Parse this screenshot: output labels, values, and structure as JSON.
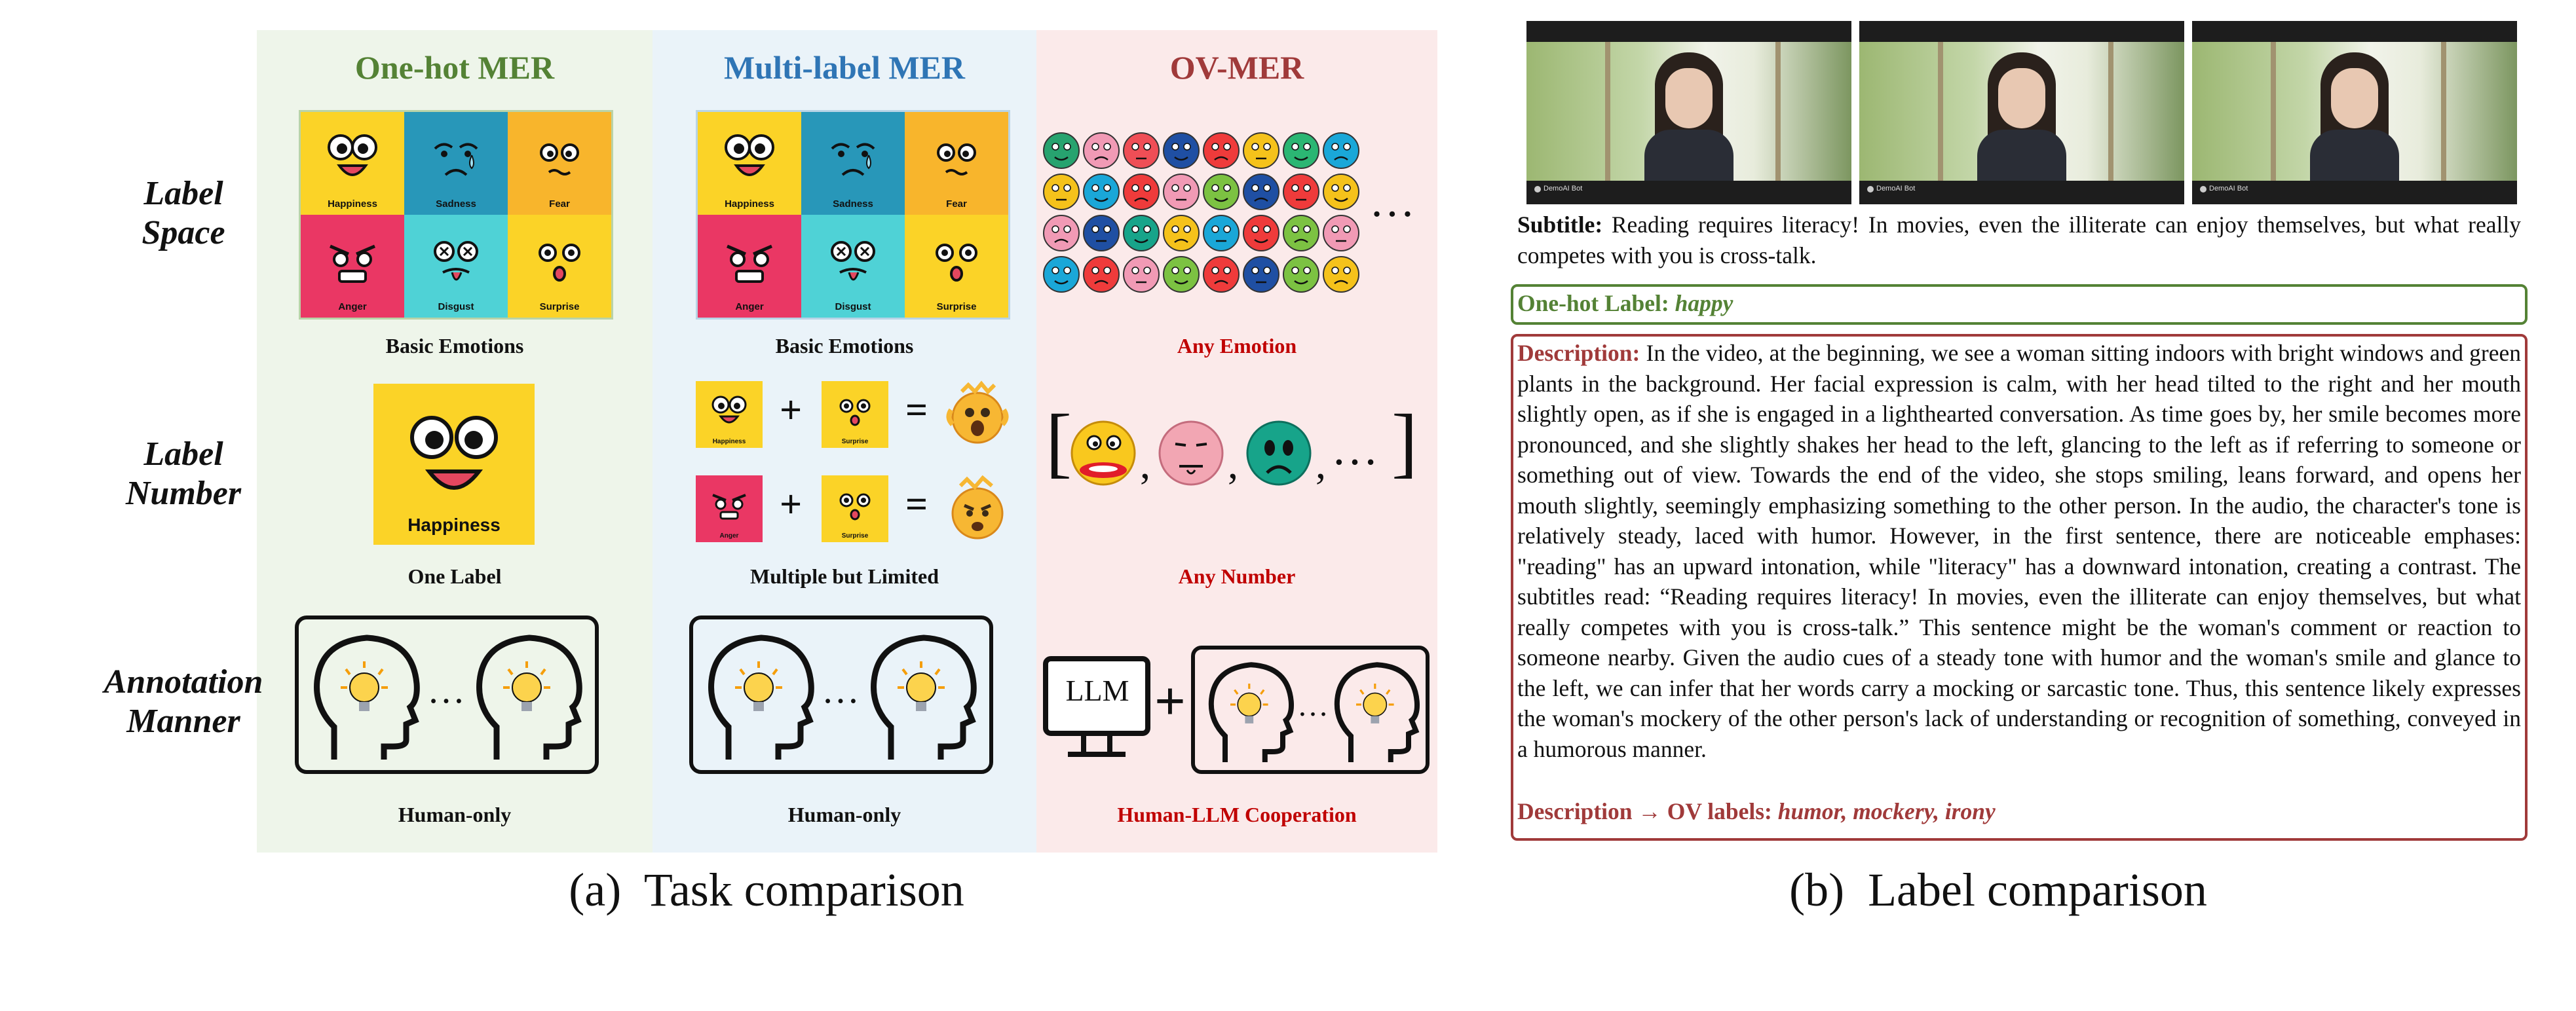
{
  "panel_a": {
    "columns": [
      {
        "title": "One-hot MER",
        "color": "#548235",
        "bg": "#eef5ea"
      },
      {
        "title": "Multi-label MER",
        "color": "#2f75b5",
        "bg": "#eaf3f9"
      },
      {
        "title": "OV-MER",
        "color": "#a03a3a",
        "bg": "#fbeaea"
      }
    ],
    "row_labels": [
      {
        "line1": "Label",
        "line2": "Space"
      },
      {
        "line1": "Label",
        "line2": "Number"
      },
      {
        "line1": "Annotation",
        "line2": "Manner"
      }
    ],
    "captions_space": [
      "Basic Emotions",
      "Basic Emotions",
      "Any Emotion"
    ],
    "captions_number": [
      "One Label",
      "Multiple but Limited",
      "Any Number"
    ],
    "captions_manner": [
      "Human-only",
      "Human-only",
      "Human-LLM Cooperation"
    ],
    "emotion_tiles": [
      {
        "label": "Happiness",
        "color": "#fbd327"
      },
      {
        "label": "Sadness",
        "color": "#2897b9"
      },
      {
        "label": "Fear",
        "color": "#f8b52c"
      },
      {
        "label": "Anger",
        "color": "#ea3764"
      },
      {
        "label": "Disgust",
        "color": "#4fd2d6"
      },
      {
        "label": "Surprise",
        "color": "#fbd327"
      }
    ],
    "single_label_tile": "Happiness",
    "combo_rows": [
      {
        "left": "Happiness",
        "right": "Surprise",
        "plus": "+",
        "equals": "="
      },
      {
        "left": "Anger",
        "right": "Surprise",
        "plus": "+",
        "equals": "="
      }
    ],
    "ellipsis": "…",
    "plus_sign": "+",
    "llm_label": "LLM",
    "accent_red": "#c00000",
    "caption_text": "(a)  Task comparison"
  },
  "panel_b": {
    "subtitle_label": "Subtitle:",
    "subtitle_text": " Reading requires literacy! In movies, even the illiterate can enjoy themselves, but what really competes with you is cross-talk.",
    "onehot_label": "One-hot Label:",
    "onehot_value": "happy",
    "description_label": "Description:",
    "description_text": " In the video, at the beginning, we see a woman sitting indoors with bright windows and green plants in the background. Her facial expression is calm, with her head tilted to the right and her mouth slightly open, as if she is engaged in a lighthearted conversation. As time goes by, her smile becomes more pronounced, and she slightly shakes her head to the left, glancing to the left as if referring to someone or something out of view. Towards the end of the video, she stops smiling, leans forward, and opens her mouth slightly, seemingly emphasizing something to the other person. In the audio, the character's tone is relatively steady, laced with humor. However, in the first sentence, there are noticeable emphases: \"reading\" has an upward intonation, while \"literacy\" has a downward intonation, creating a contrast. The subtitles read: “Reading requires literacy! In movies, even the illiterate can enjoy themselves, but what really competes with you is cross-talk.” This sentence might be the woman's comment or reaction to someone nearby. Given the audio cues of a steady tone with humor and the woman's smile and glance to the left, we can infer that her words carry a mocking or sarcastic tone. Thus, this sentence likely expresses the woman's mockery of the other person's lack of understanding or recognition of something, conveyed in a humorous manner.",
    "ov_label": "Description → OV labels:",
    "ov_value": "humor, mockery, irony",
    "watermark": "DemoAI Bot",
    "green": "#548235",
    "red": "#a03a3a",
    "caption_text": "(b)  Label comparison"
  }
}
